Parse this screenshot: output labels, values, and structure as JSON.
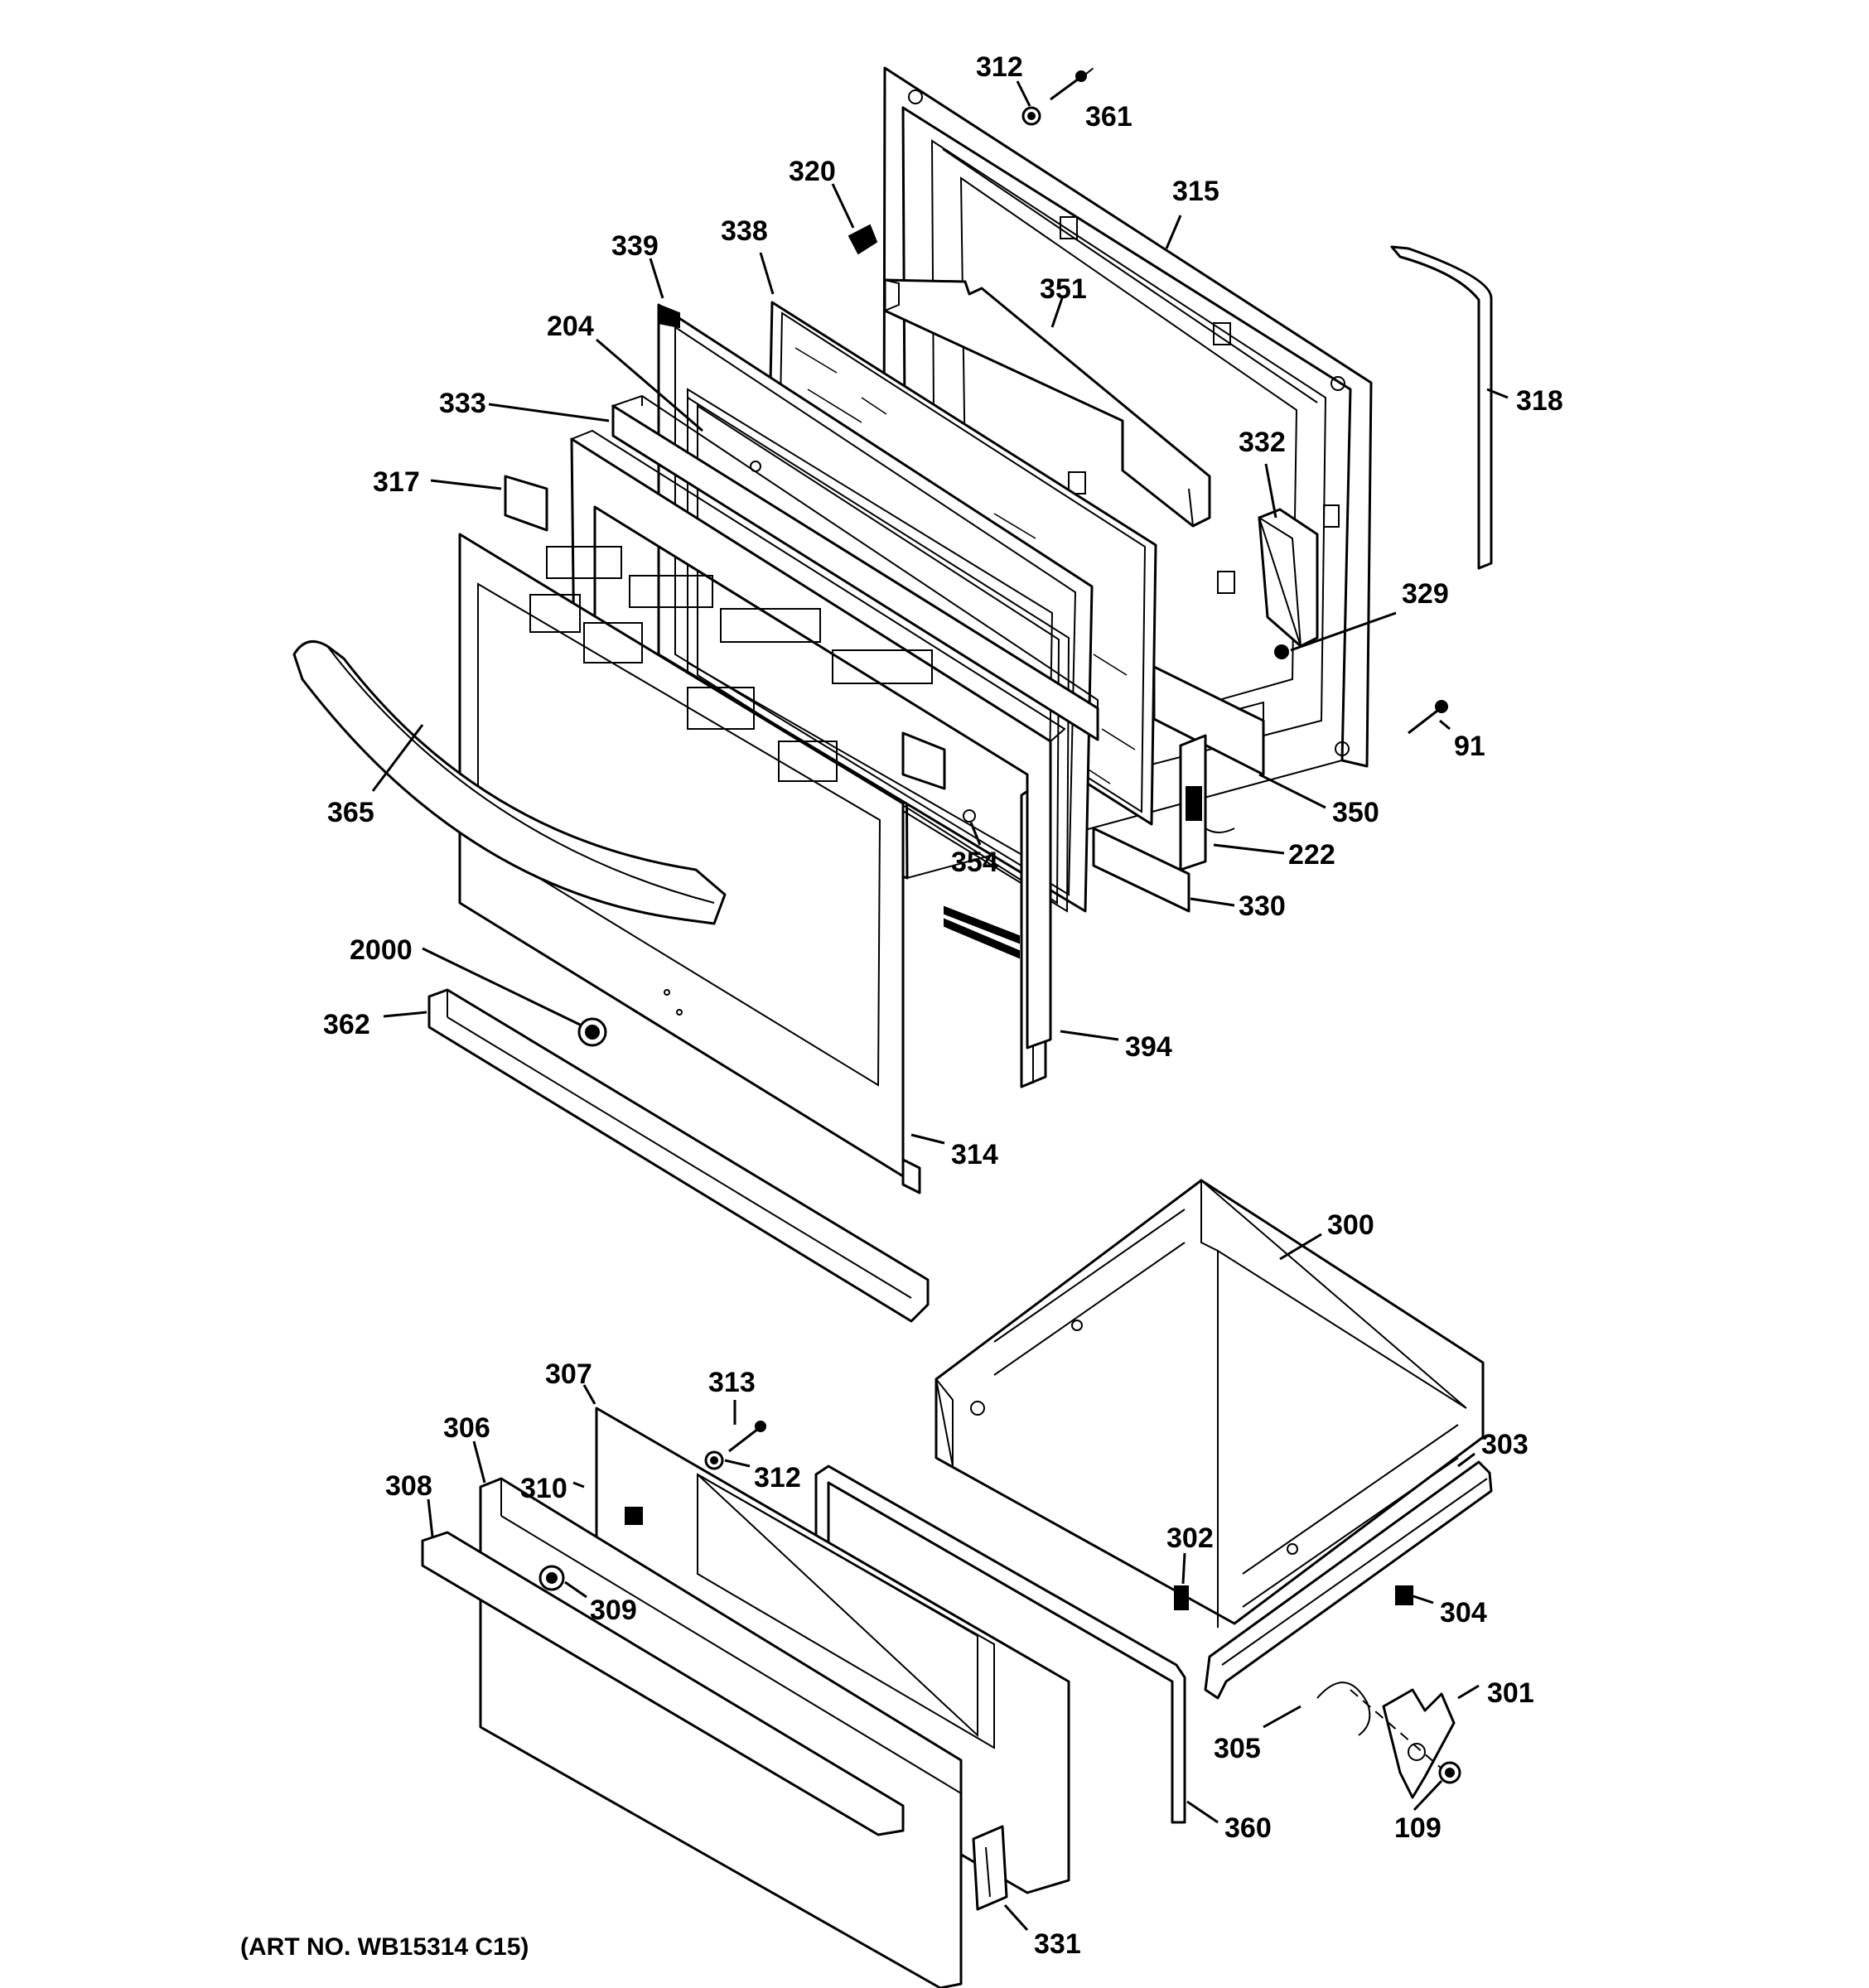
{
  "art_number": "(ART NO. WB15314 C15)",
  "labels": {
    "l312a": "312",
    "l361": "361",
    "l320": "320",
    "l315": "315",
    "l339": "339",
    "l338": "338",
    "l351": "351",
    "l204": "204",
    "l318": "318",
    "l333": "333",
    "l332": "332",
    "l317": "317",
    "l329": "329",
    "l91": "91",
    "l365": "365",
    "l350": "350",
    "l354": "354",
    "l222": "222",
    "l330": "330",
    "l2000": "2000",
    "l362": "362",
    "l394": "394",
    "l314": "314",
    "l300": "300",
    "l307": "307",
    "l313": "313",
    "l306": "306",
    "l312b": "312",
    "l303": "303",
    "l308": "308",
    "l310": "310",
    "l302": "302",
    "l309": "309",
    "l304": "304",
    "l301": "301",
    "l305": "305",
    "l360": "360",
    "l109": "109",
    "l331": "331"
  }
}
